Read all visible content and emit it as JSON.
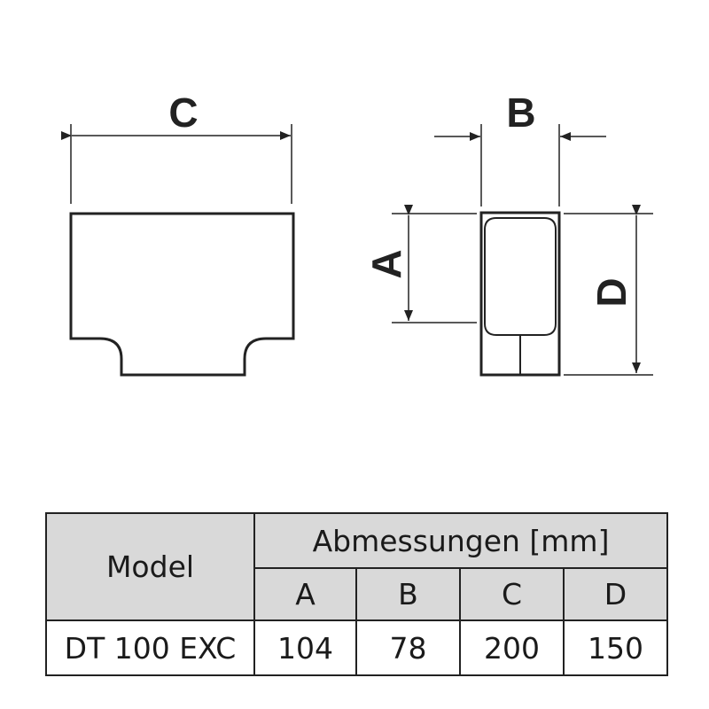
{
  "labels": {
    "c": "C",
    "b": "B",
    "a": "A",
    "d": "D"
  },
  "table": {
    "model_header": "Model",
    "group_header": "Abmessungen [mm]",
    "columns": [
      "A",
      "B",
      "C",
      "D"
    ],
    "row": {
      "model": "DT 100 EXC",
      "values": [
        "104",
        "78",
        "200",
        "150"
      ]
    }
  },
  "colors": {
    "line": "#222222",
    "header_bg": "#d9d9d9",
    "body_bg": "#ffffff"
  }
}
